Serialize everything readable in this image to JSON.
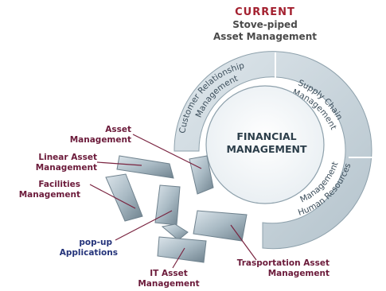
{
  "header": {
    "line1": "CURRENT",
    "line2": "Stove-piped",
    "line3": "Asset Management"
  },
  "ring": {
    "crm": "Customer Relationship",
    "crm2": "Management",
    "supply": "Supply Chain",
    "supply2": "Management",
    "hr": "Human Resources",
    "hr2": "Management"
  },
  "center": {
    "line1": "FINANCIAL",
    "line2": "MANAGEMENT"
  },
  "labels": {
    "asset_1": "Asset",
    "asset_2": "Management",
    "linear_1": "Linear Asset",
    "linear_2": "Management",
    "facilities_1": "Facilities",
    "facilities_2": "Management",
    "popup_1": "pop-up",
    "popup_2": "Applications",
    "it_1": "IT Asset",
    "it_2": "Management",
    "transport_1": "Trasportation Asset",
    "transport_2": "Management"
  },
  "colors": {
    "header_red": "#a3202f",
    "label_maroon": "#6b1a3a",
    "label_blue": "#24337a",
    "ring_fill": "#c9d5dc",
    "piece_fill": "#a8b8c2",
    "line_maroon": "#7a2440"
  }
}
